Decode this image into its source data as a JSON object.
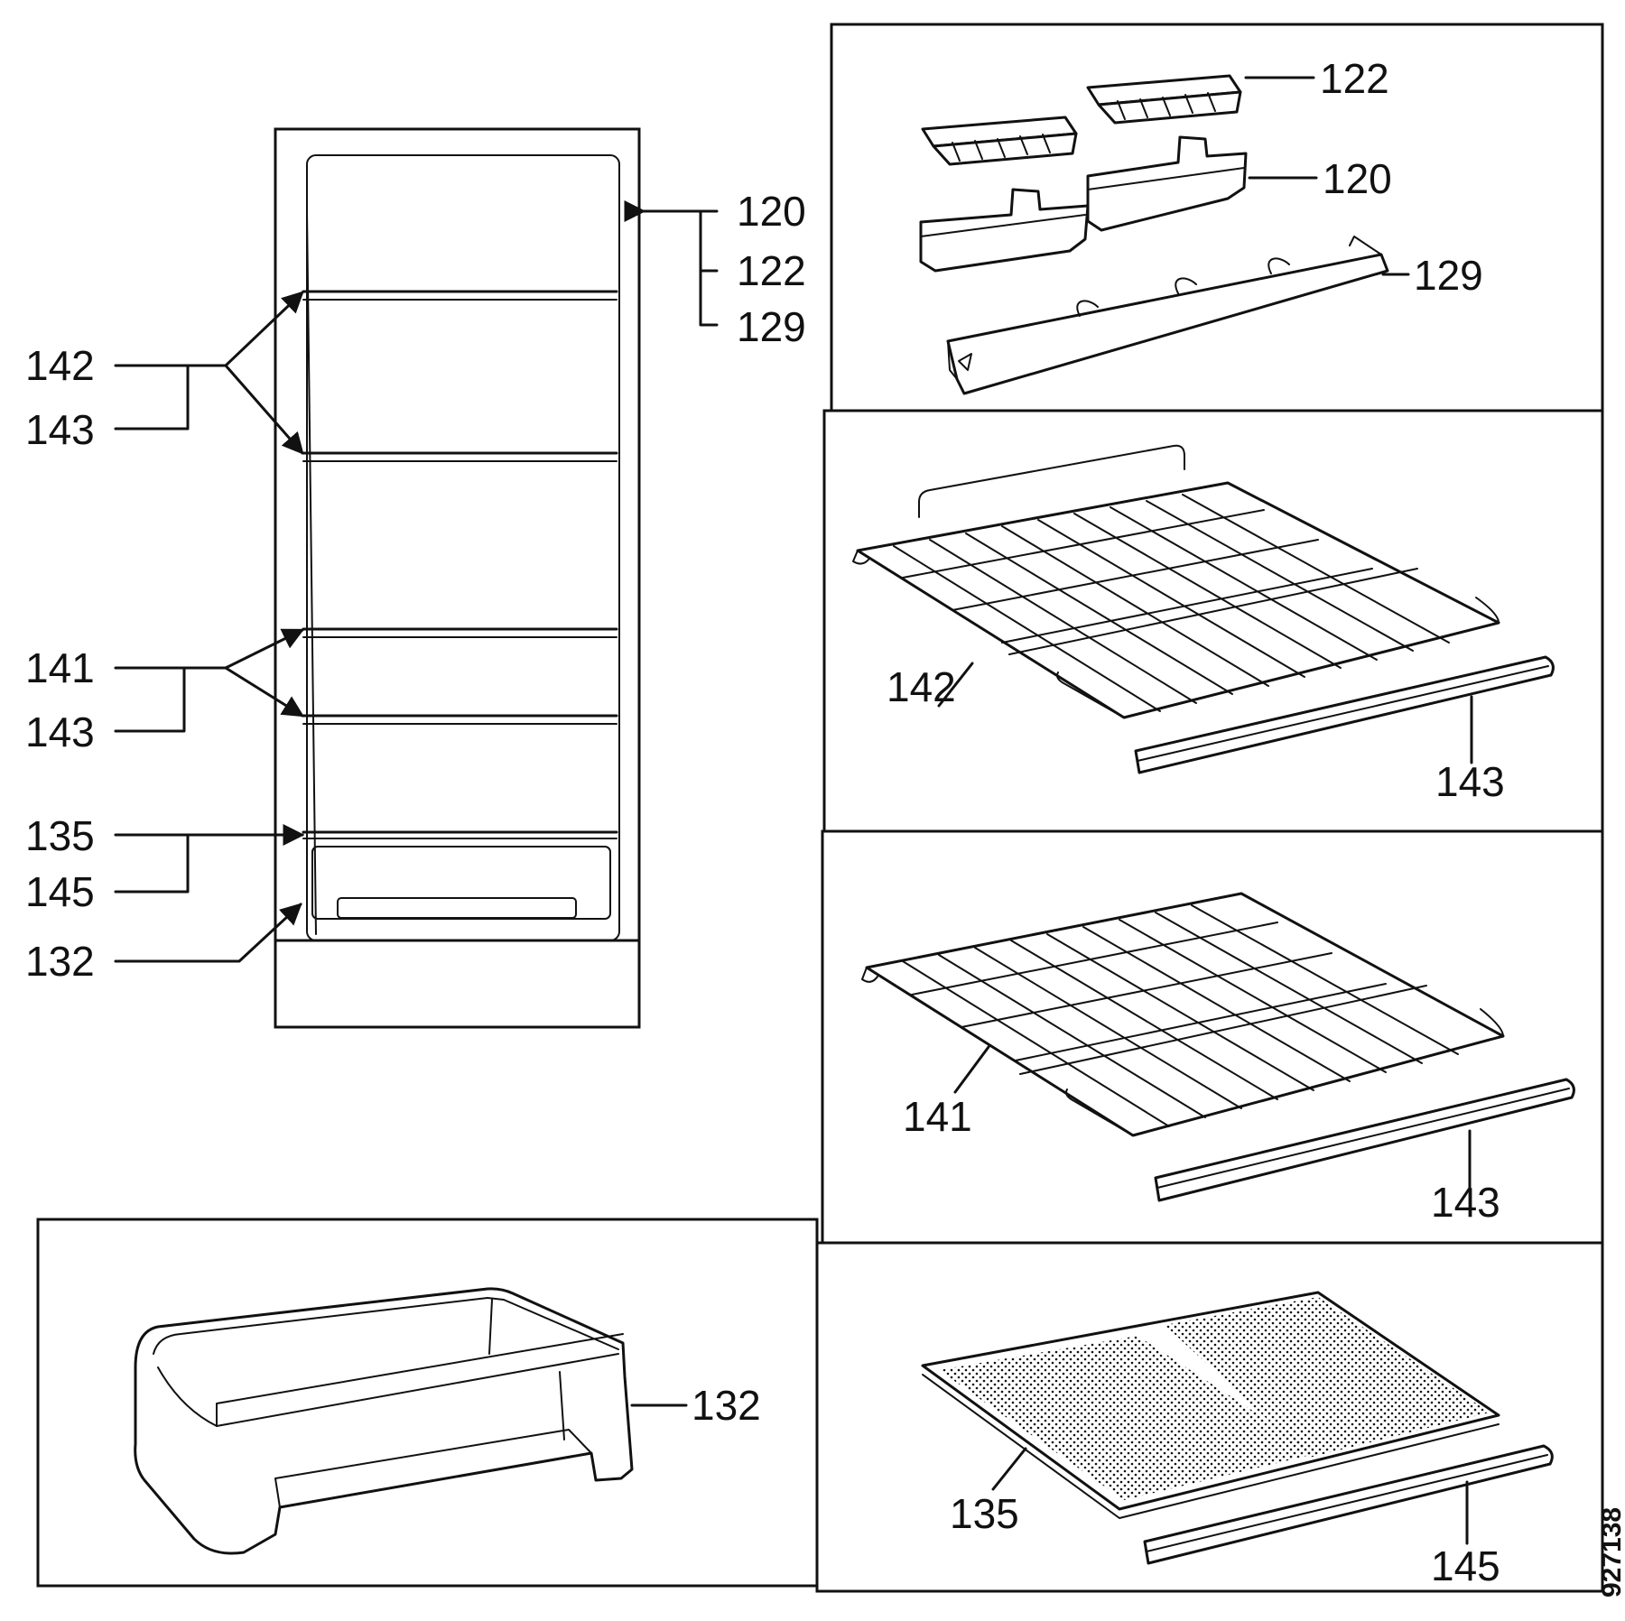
{
  "callouts": {
    "cab_120": "120",
    "cab_122": "122",
    "cab_129": "129",
    "cab_142": "142",
    "cab_143a": "143",
    "cab_141": "141",
    "cab_143b": "143",
    "cab_135": "135",
    "cab_145": "145",
    "cab_132": "132",
    "p1_122": "122",
    "p1_120": "120",
    "p1_129": "129",
    "p2_142": "142",
    "p2_143": "143",
    "p3_141": "141",
    "p3_143": "143",
    "p4_132": "132",
    "p5_135": "135",
    "p5_145": "145"
  },
  "drawing_code": "927138"
}
